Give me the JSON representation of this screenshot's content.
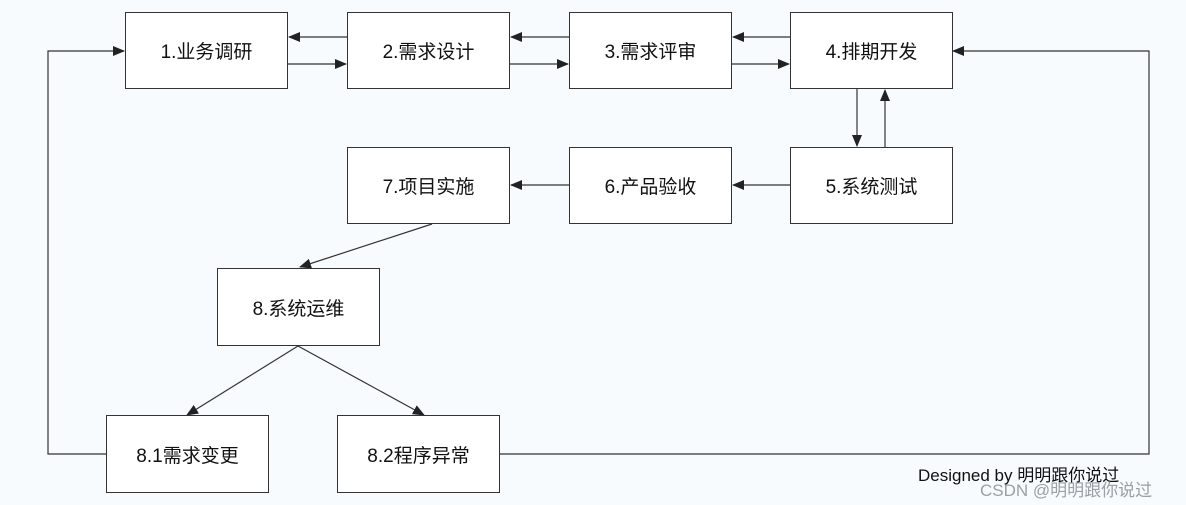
{
  "nodes": {
    "n1": "1.业务调研",
    "n2": "2.需求设计",
    "n3": "3.需求评审",
    "n4": "4.排期开发",
    "n5": "5.系统测试",
    "n6": "6.产品验收",
    "n7": "7.项目实施",
    "n8": "8.系统运维",
    "n81": "8.1需求变更",
    "n82": "8.2程序异常"
  },
  "edges": [
    {
      "from": "n1",
      "to": "n2"
    },
    {
      "from": "n2",
      "to": "n1"
    },
    {
      "from": "n2",
      "to": "n3"
    },
    {
      "from": "n3",
      "to": "n2"
    },
    {
      "from": "n3",
      "to": "n4"
    },
    {
      "from": "n4",
      "to": "n3"
    },
    {
      "from": "n4",
      "to": "n5"
    },
    {
      "from": "n5",
      "to": "n4"
    },
    {
      "from": "n5",
      "to": "n6"
    },
    {
      "from": "n6",
      "to": "n7"
    },
    {
      "from": "n7",
      "to": "n8"
    },
    {
      "from": "n8",
      "to": "n81"
    },
    {
      "from": "n8",
      "to": "n82"
    },
    {
      "from": "n81",
      "to": "n1"
    },
    {
      "from": "n82",
      "to": "n4"
    }
  ],
  "credit": "Designed by 明明跟你说过",
  "watermark": "CSDN @明明跟你说过",
  "colors": {
    "background": "#f8fbfd",
    "box_fill": "#ffffff",
    "line": "#333333"
  }
}
